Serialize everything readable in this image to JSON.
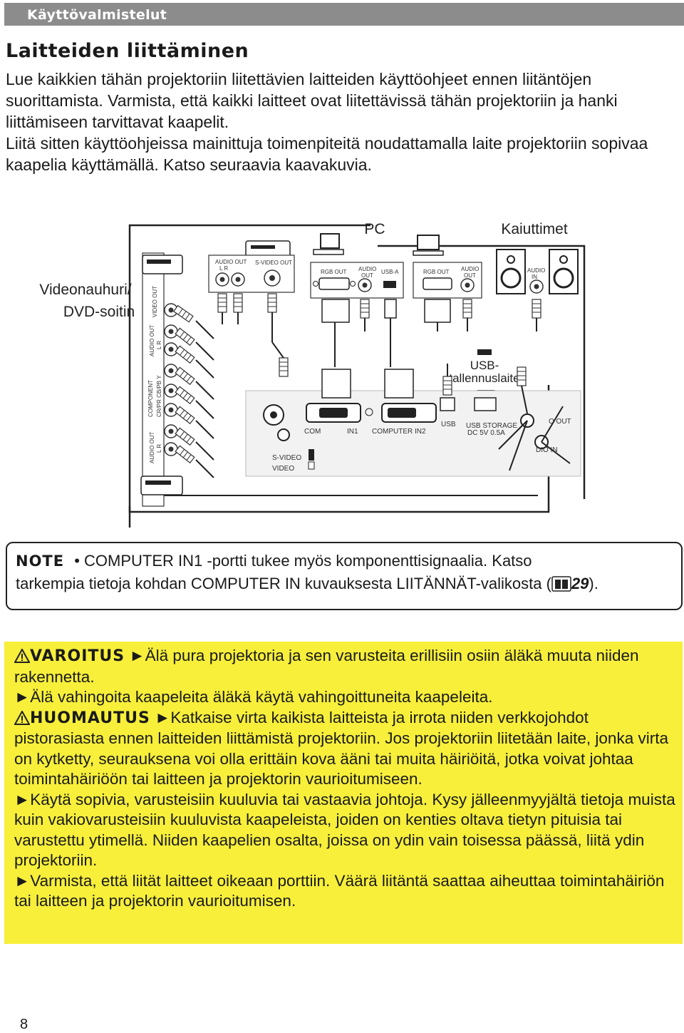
{
  "header": {
    "section": "Käyttövalmistelut",
    "title": "Laitteiden liittäminen"
  },
  "intro": [
    "Lue kaikkien tähän projektoriin liitettävien laitteiden käyttöohjeet ennen liitäntöjen suorittamista. Varmista, että kaikki laitteet ovat liitettävissä tähän projektoriin ja hanki liittämiseen tarvittavat kaapelit.",
    "Liitä sitten käyttöohjeissa mainittuja toimenpiteitä noudattamalla laite projektoriin sopivaa kaapelia käyttämällä. Katso seuraavia kaavakuvia."
  ],
  "diagram": {
    "pc": "PC",
    "speakers": "Kaiuttimet",
    "video_device_1": "Videonauhuri/",
    "video_device_2": "DVD-soitin",
    "usb_storage_1": "USB-",
    "usb_storage_2": "tallennuslaite",
    "vcr_video_out": "VIDEO OUT",
    "vcr_audio_out": "AUDIO OUT",
    "vcr_lr": "L   R",
    "vcr_component": "COMPONENT",
    "vcr_comp_sub": "CR/PR  CB/PB  Y",
    "vcr_audio_out2": "AUDIO OUT",
    "vcr_lr2": "L   R",
    "dev_audio_out": "AUDIO OUT",
    "dev_lr": "L    R",
    "dev_svideo_out": "S-VIDEO OUT",
    "pc1_rgb_out": "RGB OUT",
    "pc1_audio_out_a": "AUDIO",
    "pc1_audio_out_b": "OUT",
    "pc1_usb_a": "USB-A",
    "pc2_rgb_out": "RGB OUT",
    "pc2_audio_out_a": "AUDIO",
    "pc2_audio_out_b": "OUT",
    "spk_audio_in_a": "AUDIO",
    "spk_audio_in_b": "IN",
    "proj_svideo": "S-VIDEO",
    "proj_video": "VIDEO",
    "proj_comp_in1_a": "COM",
    "proj_comp_in1_b": "IN1",
    "proj_comp_in2": "COMPUTER IN2",
    "proj_usb": "USB",
    "proj_usb_storage": "USB STORAGE",
    "proj_usb_rating": "DC 5V 0.5A",
    "proj_audio_out": "O OUT",
    "proj_audio_in": "DIO IN"
  },
  "note": {
    "label": "NOTE",
    "line1": "• COMPUTER IN1 -portti tukee myös komponenttisignaalia. Katso",
    "line2": "tarkempia tietoja kohdan COMPUTER IN kuvauksesta LIITÄNNÄT-valikosta (",
    "page_ref": "29",
    "line2_end": ")."
  },
  "warning": {
    "warn_label": "VAROITUS",
    "warn_text": "►Älä pura projektoria ja sen varusteita erillisiin osiin äläkä muuta niiden rakennetta.",
    "warn_text2": "►Älä vahingoita kaapeleita äläkä käytä vahingoittuneita kaapeleita.",
    "caution_label": "HUOMAUTUS",
    "caution_text": "►Katkaise virta kaikista laitteista ja irrota niiden verkkojohdot pistorasiasta ennen laitteiden liittämistä projektoriin. Jos projektoriin liitetään laite, jonka virta on kytketty, seurauksena voi olla erittäin kova ääni tai muita häiriöitä, jotka voivat johtaa toimintahäiriöön tai laitteen ja projektorin vaurioitumiseen.",
    "caution_text2": "►Käytä sopivia, varusteisiin kuuluvia tai vastaavia johtoja. Kysy jälleenmyyjältä tietoja muista kuin vakiovarusteisiin kuuluvista kaapeleista, joiden on kenties oltava tietyn pituisia tai varustettu ytimellä. Niiden kaapelien osalta, joissa on ydin vain toisessa päässä, liitä ydin projektoriin.",
    "caution_text3": "►Varmista, että liität laitteet oikeaan porttiin. Väärä liitäntä saattaa aiheuttaa toimintahäiriön tai laitteen ja projektorin vaurioitumisen."
  },
  "page_number": "8"
}
